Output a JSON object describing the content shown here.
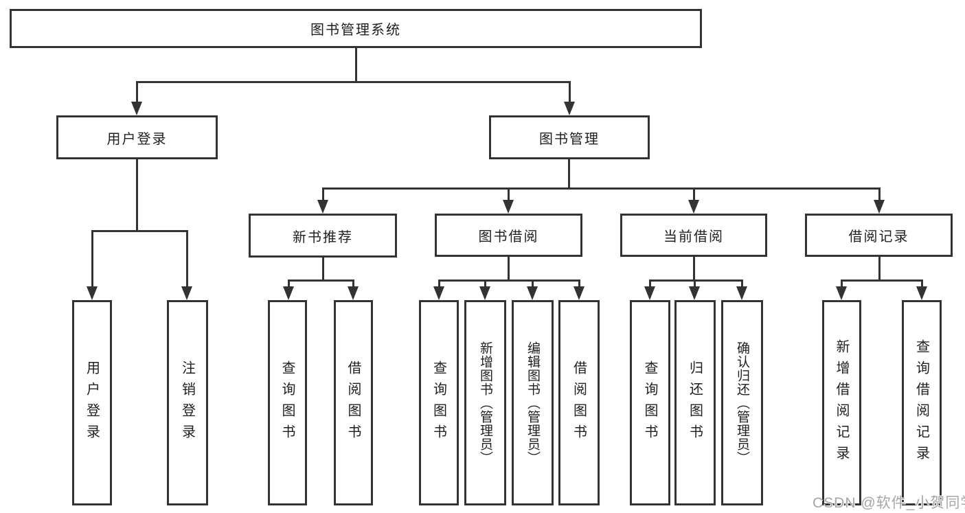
{
  "tree": {
    "root": {
      "label": "图书管理系统"
    },
    "branches": [
      {
        "label": "用户登录",
        "children": [
          "用户登录",
          "注销登录"
        ]
      },
      {
        "label": "图书管理",
        "sections": [
          {
            "label": "新书推荐",
            "children": [
              "查询图书",
              "借阅图书"
            ]
          },
          {
            "label": "图书借阅",
            "children": [
              "查询图书",
              "新增图书（管理员）",
              "编辑图书（管理员）",
              "借阅图书"
            ]
          },
          {
            "label": "当前借阅",
            "children": [
              "查询图书",
              "归还图书",
              "确认归还（管理员）"
            ]
          },
          {
            "label": "借阅记录",
            "children": [
              "新增借阅记录",
              "查询借阅记录"
            ]
          }
        ]
      }
    ]
  },
  "watermark": {
    "text": "CSDN @软件_小贺同学"
  },
  "colors": {
    "line": "#333333",
    "text": "#1f1f1f",
    "background": "#ffffff",
    "watermark": "#a6a6a6"
  }
}
